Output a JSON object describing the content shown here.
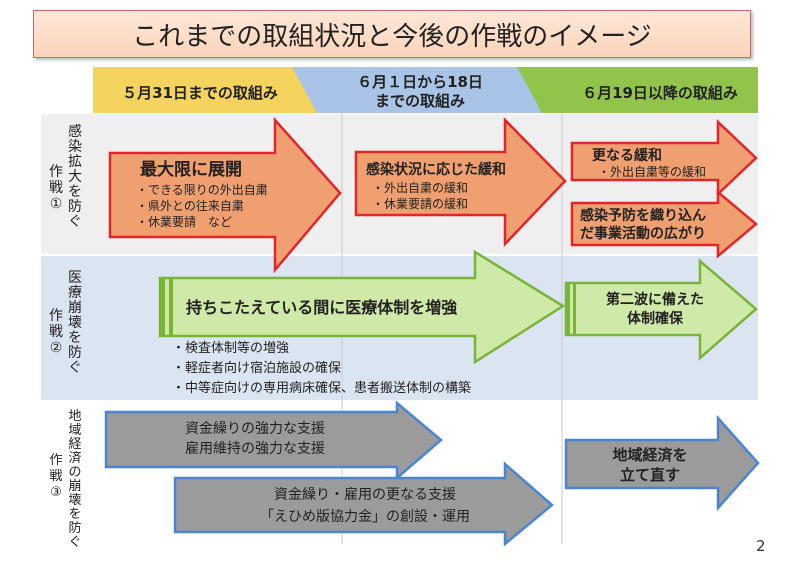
{
  "slide": {
    "title": "これまでの取組状況と今後の作戦のイメージ",
    "page_number": "2"
  },
  "phases": [
    {
      "label_lines": [
        "５月31日までの取組み"
      ],
      "color": "#f4d35e"
    },
    {
      "label_lines": [
        "６月１日から18日",
        "までの取組み"
      ],
      "color": "#a9c4e6"
    },
    {
      "label_lines": [
        "６月19日以降の取組み"
      ],
      "color": "#92c44c"
    }
  ],
  "rows": [
    {
      "label_chars": [
        "感",
        "染",
        "拡",
        "大",
        "を",
        "防",
        "ぐ"
      ],
      "op_chars": [
        "作",
        "戦",
        "①"
      ],
      "band_color": "#efefef",
      "arrows": [
        {
          "title": "最大限に展開",
          "items": [
            "・できる限りの外出自粛",
            "・県外との往来自粛",
            "・休業要請　など"
          ]
        },
        {
          "title": "感染状況に応じた緩和",
          "items": [
            "・外出自粛の緩和",
            "・休業要請の緩和"
          ]
        },
        {
          "title": "更なる緩和",
          "items": [
            "・外出自粛等の緩和"
          ]
        },
        {
          "title_lines": [
            "感染予防を織り込ん",
            "だ事業活動の広がり"
          ]
        }
      ]
    },
    {
      "label_chars": [
        "医",
        "療",
        "崩",
        "壊",
        "を",
        "防",
        "ぐ"
      ],
      "op_chars": [
        "作",
        "戦",
        "②"
      ],
      "band_color": "#dbe5f2",
      "arrows": [
        {
          "title": "持ちこたえている間に医療体制を増強"
        },
        {
          "title_lines": [
            "第二波に備えた",
            "体制確保"
          ]
        }
      ],
      "notes": [
        "・検査体制等の増強",
        "・軽症者向け宿泊施設の確保",
        "・中等症向けの専用病床確保、患者搬送体制の構築"
      ]
    },
    {
      "label_chars": [
        "地",
        "域",
        "経",
        "済",
        "の",
        "崩",
        "壊",
        "を",
        "防",
        "ぐ"
      ],
      "op_chars": [
        "作",
        "戦",
        "③"
      ],
      "band_color": "#ffffff",
      "arrows": [
        {
          "title_lines": [
            "資金繰りの強力な支援",
            "雇用維持の強力な支援"
          ]
        },
        {
          "title_lines": [
            "資金繰り・雇用の更なる支援",
            "「えひめ版協力金」の創設・運用"
          ]
        },
        {
          "title_lines": [
            "地域経済を",
            "立て直す"
          ]
        }
      ]
    }
  ],
  "colors": {
    "orange_fill": "#f0a070",
    "orange_border": "#e0262a",
    "green_fill": "#cfe9a8",
    "green_border": "#7ab33a",
    "gray_fill": "#9b9b9b",
    "gray_border": "#4a86d0"
  }
}
